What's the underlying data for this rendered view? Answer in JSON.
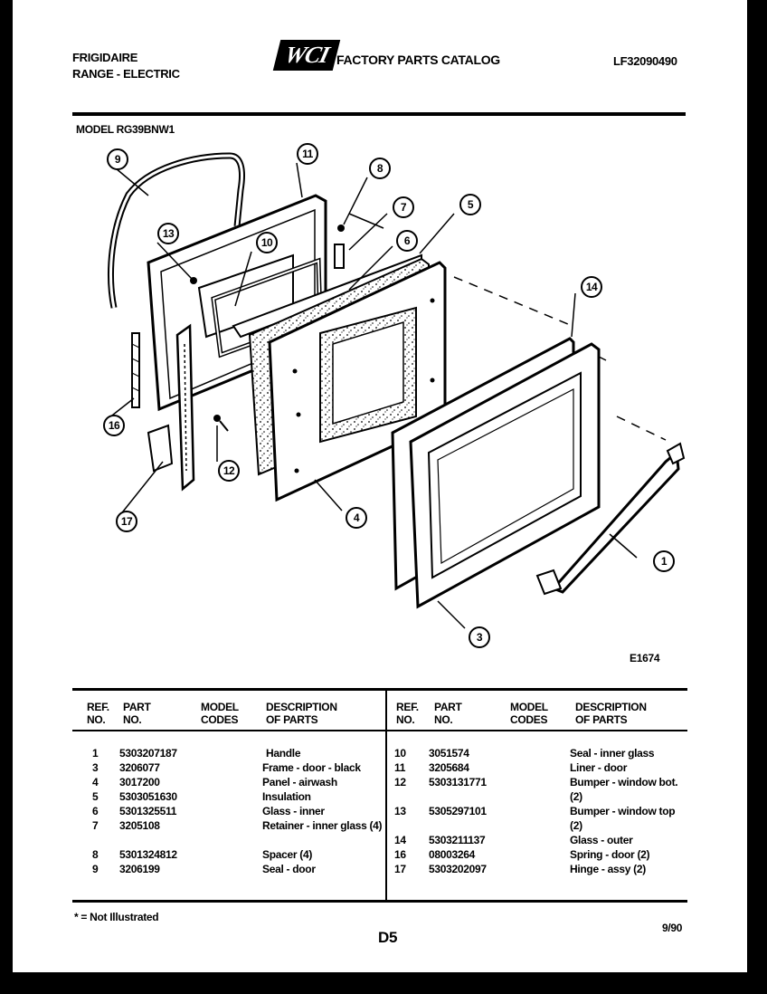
{
  "header": {
    "brand": "FRIGIDAIRE",
    "product_type": "RANGE - ELECTRIC",
    "logo": "WCI",
    "catalog_title": "FACTORY PARTS CATALOG",
    "catalog_number": "LF32090490",
    "model_label": "MODEL RG39BNW1"
  },
  "diagram": {
    "figure_id": "E1674",
    "callouts": [
      "1",
      "3",
      "4",
      "5",
      "6",
      "7",
      "8",
      "9",
      "10",
      "11",
      "12",
      "13",
      "14",
      "16",
      "17"
    ]
  },
  "table": {
    "headers": {
      "ref_no": [
        "REF.",
        "NO."
      ],
      "part_no": [
        "PART",
        "NO."
      ],
      "model_codes": [
        "MODEL",
        "CODES"
      ],
      "description": [
        "DESCRIPTION",
        "OF PARTS"
      ]
    },
    "left_rows": [
      {
        "ref": "1",
        "part": "5303207187",
        "desc": "Handle"
      },
      {
        "ref": "3",
        "part": "3206077",
        "desc": "Frame - door - black"
      },
      {
        "ref": "4",
        "part": "3017200",
        "desc": "Panel - airwash"
      },
      {
        "ref": "5",
        "part": "5303051630",
        "desc": "Insulation"
      },
      {
        "ref": "6",
        "part": "5301325511",
        "desc": "Glass - inner"
      },
      {
        "ref": "7",
        "part": "3205108",
        "desc": "Retainer - inner glass (4)"
      },
      {
        "ref": "8",
        "part": "5301324812",
        "desc": "Spacer (4)"
      },
      {
        "ref": "9",
        "part": "3206199",
        "desc": "Seal - door"
      }
    ],
    "right_rows": [
      {
        "ref": "10",
        "part": "3051574",
        "desc": "Seal - inner glass"
      },
      {
        "ref": "11",
        "part": "3205684",
        "desc": "Liner - door"
      },
      {
        "ref": "12",
        "part": "5303131771",
        "desc": "Bumper - window bot. (2)"
      },
      {
        "ref": "13",
        "part": "5305297101",
        "desc": "Bumper - window top (2)"
      },
      {
        "ref": "14",
        "part": "5303211137",
        "desc": "Glass - outer"
      },
      {
        "ref": "16",
        "part": "08003264",
        "desc": "Spring - door (2)"
      },
      {
        "ref": "17",
        "part": "5303202097",
        "desc": "Hinge - assy (2)"
      }
    ]
  },
  "footer": {
    "note": "* = Not Illustrated",
    "page_code": "D5",
    "date": "9/90"
  }
}
